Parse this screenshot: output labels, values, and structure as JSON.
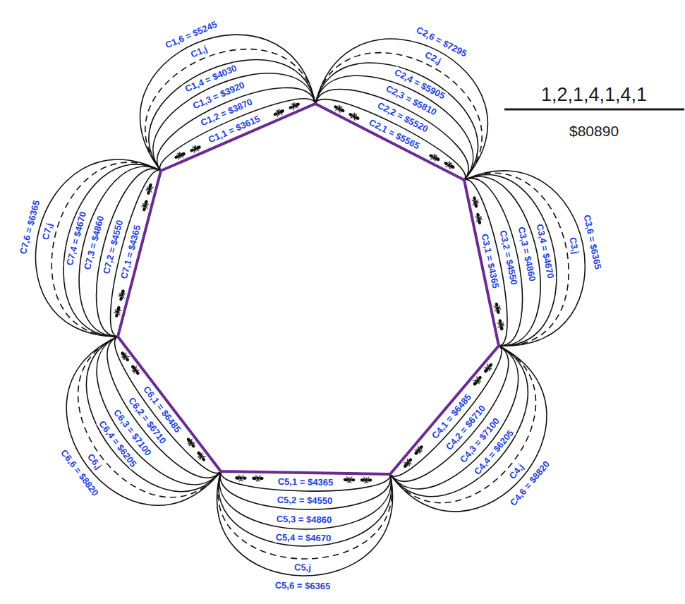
{
  "diagram": {
    "labels": [
      "C1,1 = $3615",
      "C1,2 = $3870",
      "C1,3 = $3920",
      "C1,4 = $4030",
      "C1,j",
      "C1,6 = $5245",
      "C2,1 = $5565",
      "C2,2 = $5520",
      "C2,3 = $5810",
      "C2,4 = $5905",
      "C2,j",
      "C2,6 = $7295",
      "C3,1 = $4365",
      "C3,2 = $4550",
      "C3,3 = $4860",
      "C3,4 = $4670",
      "C3,j",
      "C3,6 = $6365",
      "C4,1 = $6485",
      "C4,2 = $6710",
      "C4,3 = $7100",
      "C4,4 = $6205",
      "C4,j",
      "C4,6 = $8820",
      "C5,1 = $4365",
      "C5,2 = $4550",
      "C5,3 = $4860",
      "C5,4 = $4670",
      "C5,j",
      "C5,6 = $6365",
      "C6,1 = $6485",
      "C6,2 = $6710",
      "C6,3 = $7100",
      "C6,4 = $6205",
      "C6,j",
      "C6,6 = $8820",
      "C7,1 = $4365",
      "C7,2 = $4550",
      "C7,3 = $4860",
      "C7,4 = $4670",
      "C7,j",
      "C7,6 = $6365",
      "1,2,1,4,1,4,1",
      "$80890"
    ]
  }
}
